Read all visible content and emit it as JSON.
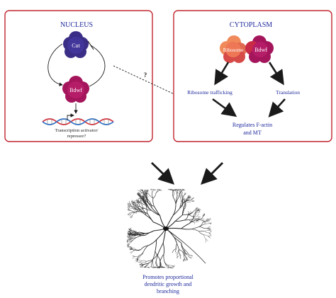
{
  "nucleus": {
    "title": "NUCLEUS",
    "cut_label": "Cut",
    "bdwf_label": "Bdwf",
    "transcription_line1": "Transcription activator/",
    "transcription_line2": "repressor?",
    "question_mark": "?"
  },
  "cytoplasm": {
    "title": "CYTOPLASM",
    "ribosome_label": "Ribosome",
    "bdwf_label": "Bdwf",
    "ribosome_trafficking": "Ribosome trafficking",
    "translation": "Translation",
    "regulates_line1": "Regulates F-actin",
    "regulates_line2": "and MT"
  },
  "outcome": {
    "line1": "Promotes proportional",
    "line2": "dendritic growth and",
    "line3": "branching"
  },
  "colors": {
    "box_border": "#c0252e",
    "title_blue": "#1f2a9c",
    "cut_purple": "#3a2e86",
    "bdwf_magenta": "#a4155c",
    "ribosome_orange": "#f08a5a",
    "ribosome_red": "#c92a45",
    "dna_red": "#d6303a",
    "dna_blue": "#2a6fc4",
    "arrow_black": "#1a1a1a"
  }
}
